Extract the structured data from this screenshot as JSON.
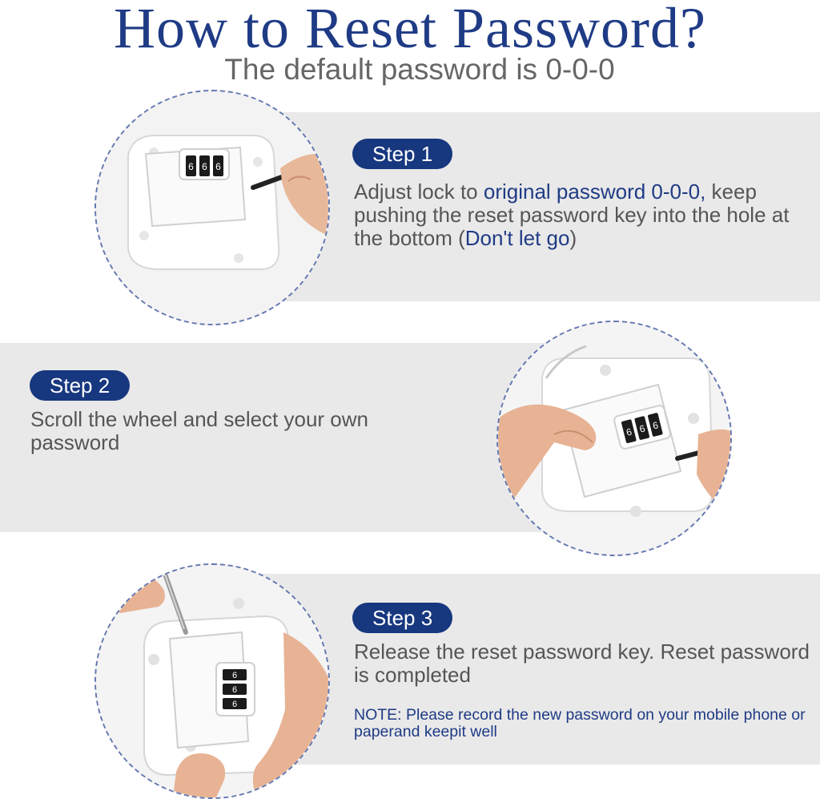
{
  "header": {
    "title": "How to Reset Password?",
    "subtitle": "The default password is 0-0-0"
  },
  "steps": [
    {
      "label": "Step 1",
      "text_before": "Adjust lock to ",
      "highlight1": "original password 0-0-0,",
      "text_middle": " keep pushing the reset password key into the hole at the bottom (",
      "highlight2": "Don't let go",
      "text_after": ")",
      "dial_digits": [
        "6",
        "6",
        "6"
      ]
    },
    {
      "label": "Step 2",
      "text": "Scroll the wheel and select your own password",
      "dial_digits": [
        "6",
        "6",
        "6"
      ]
    },
    {
      "label": "Step 3",
      "text": "Release the reset password key. Reset password is completed",
      "note": "NOTE: Please record the new password on your mobile phone or paperand keepit well",
      "dial_digits": [
        "6",
        "6",
        "6"
      ]
    }
  ],
  "colors": {
    "brand_blue": "#1f3b85",
    "pill_blue": "#17377f",
    "band_gray": "#e9e9e9",
    "text_gray": "#555555"
  }
}
